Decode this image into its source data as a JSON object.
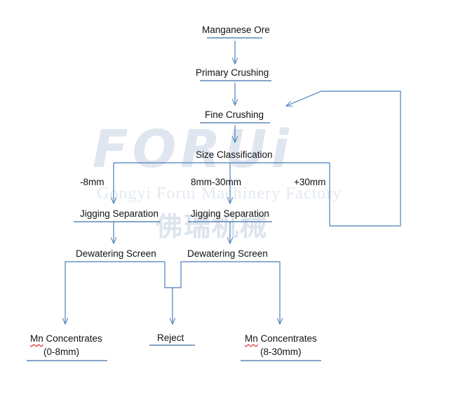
{
  "watermark": {
    "logo": "FORUi",
    "company": "Gongyi Forui Machinery Factory",
    "chinese": "佛瑞机械"
  },
  "nodes": {
    "ore": "Manganese Ore",
    "primary": "Primary Crushing",
    "fine": "Fine Crushing",
    "size": "Size Classification",
    "jig1": "Jigging Separation",
    "jig2": "Jigging Separation",
    "dew1": "Dewatering Screen",
    "dew2": "Dewatering Screen",
    "conc1_mn": "Mn",
    "conc1_word": " Concentrates",
    "conc1_range": "(0-8mm)",
    "reject": "Reject",
    "conc2_mn": "Mn",
    "conc2_word": " Concentrates",
    "conc2_range": "(8-30mm)"
  },
  "edge_labels": {
    "fine": "-8mm",
    "mid": "8mm-30mm",
    "coarse": "+30mm"
  },
  "colors": {
    "line": "#4a7ebb",
    "underline": "#3f6fa8",
    "text": "#111111",
    "watermark": "#dfe6ef"
  }
}
